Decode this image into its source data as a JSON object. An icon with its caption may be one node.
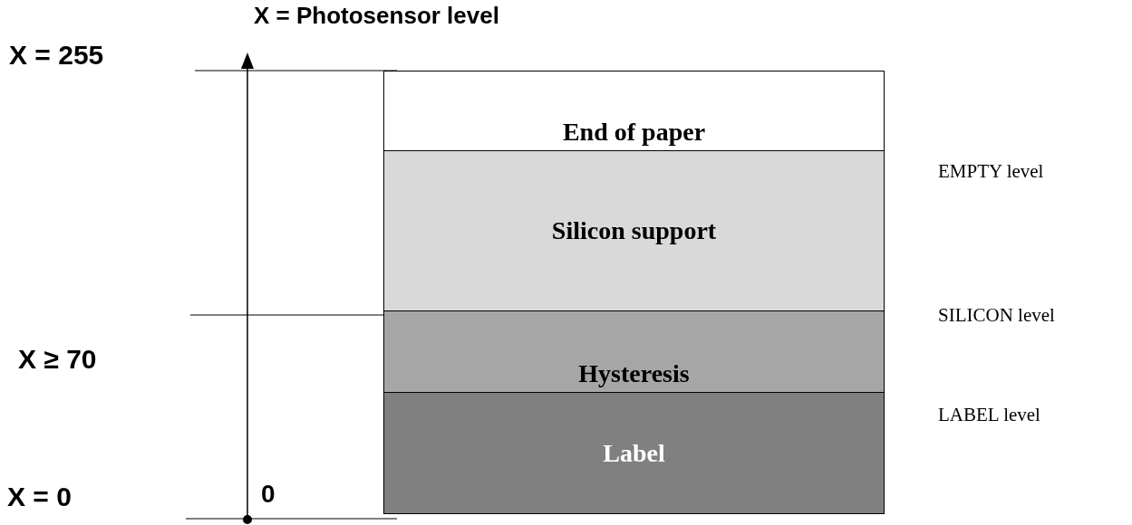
{
  "diagram": {
    "nodes": [
      {
        "text": [
          "End of paper"
        ]
      },
      {
        "text": [
          "Silicon support"
        ]
      },
      {
        "text": [
          "Hysteresis"
        ]
      },
      {
        "text": [
          "Label"
        ]
      }
    ],
    "labels": [
      "X = Photosensor level",
      "X = 255",
      "EMPTY level",
      "X ≥ 70",
      "SILICON level",
      "LABEL level",
      "0",
      "X = 0"
    ]
  }
}
